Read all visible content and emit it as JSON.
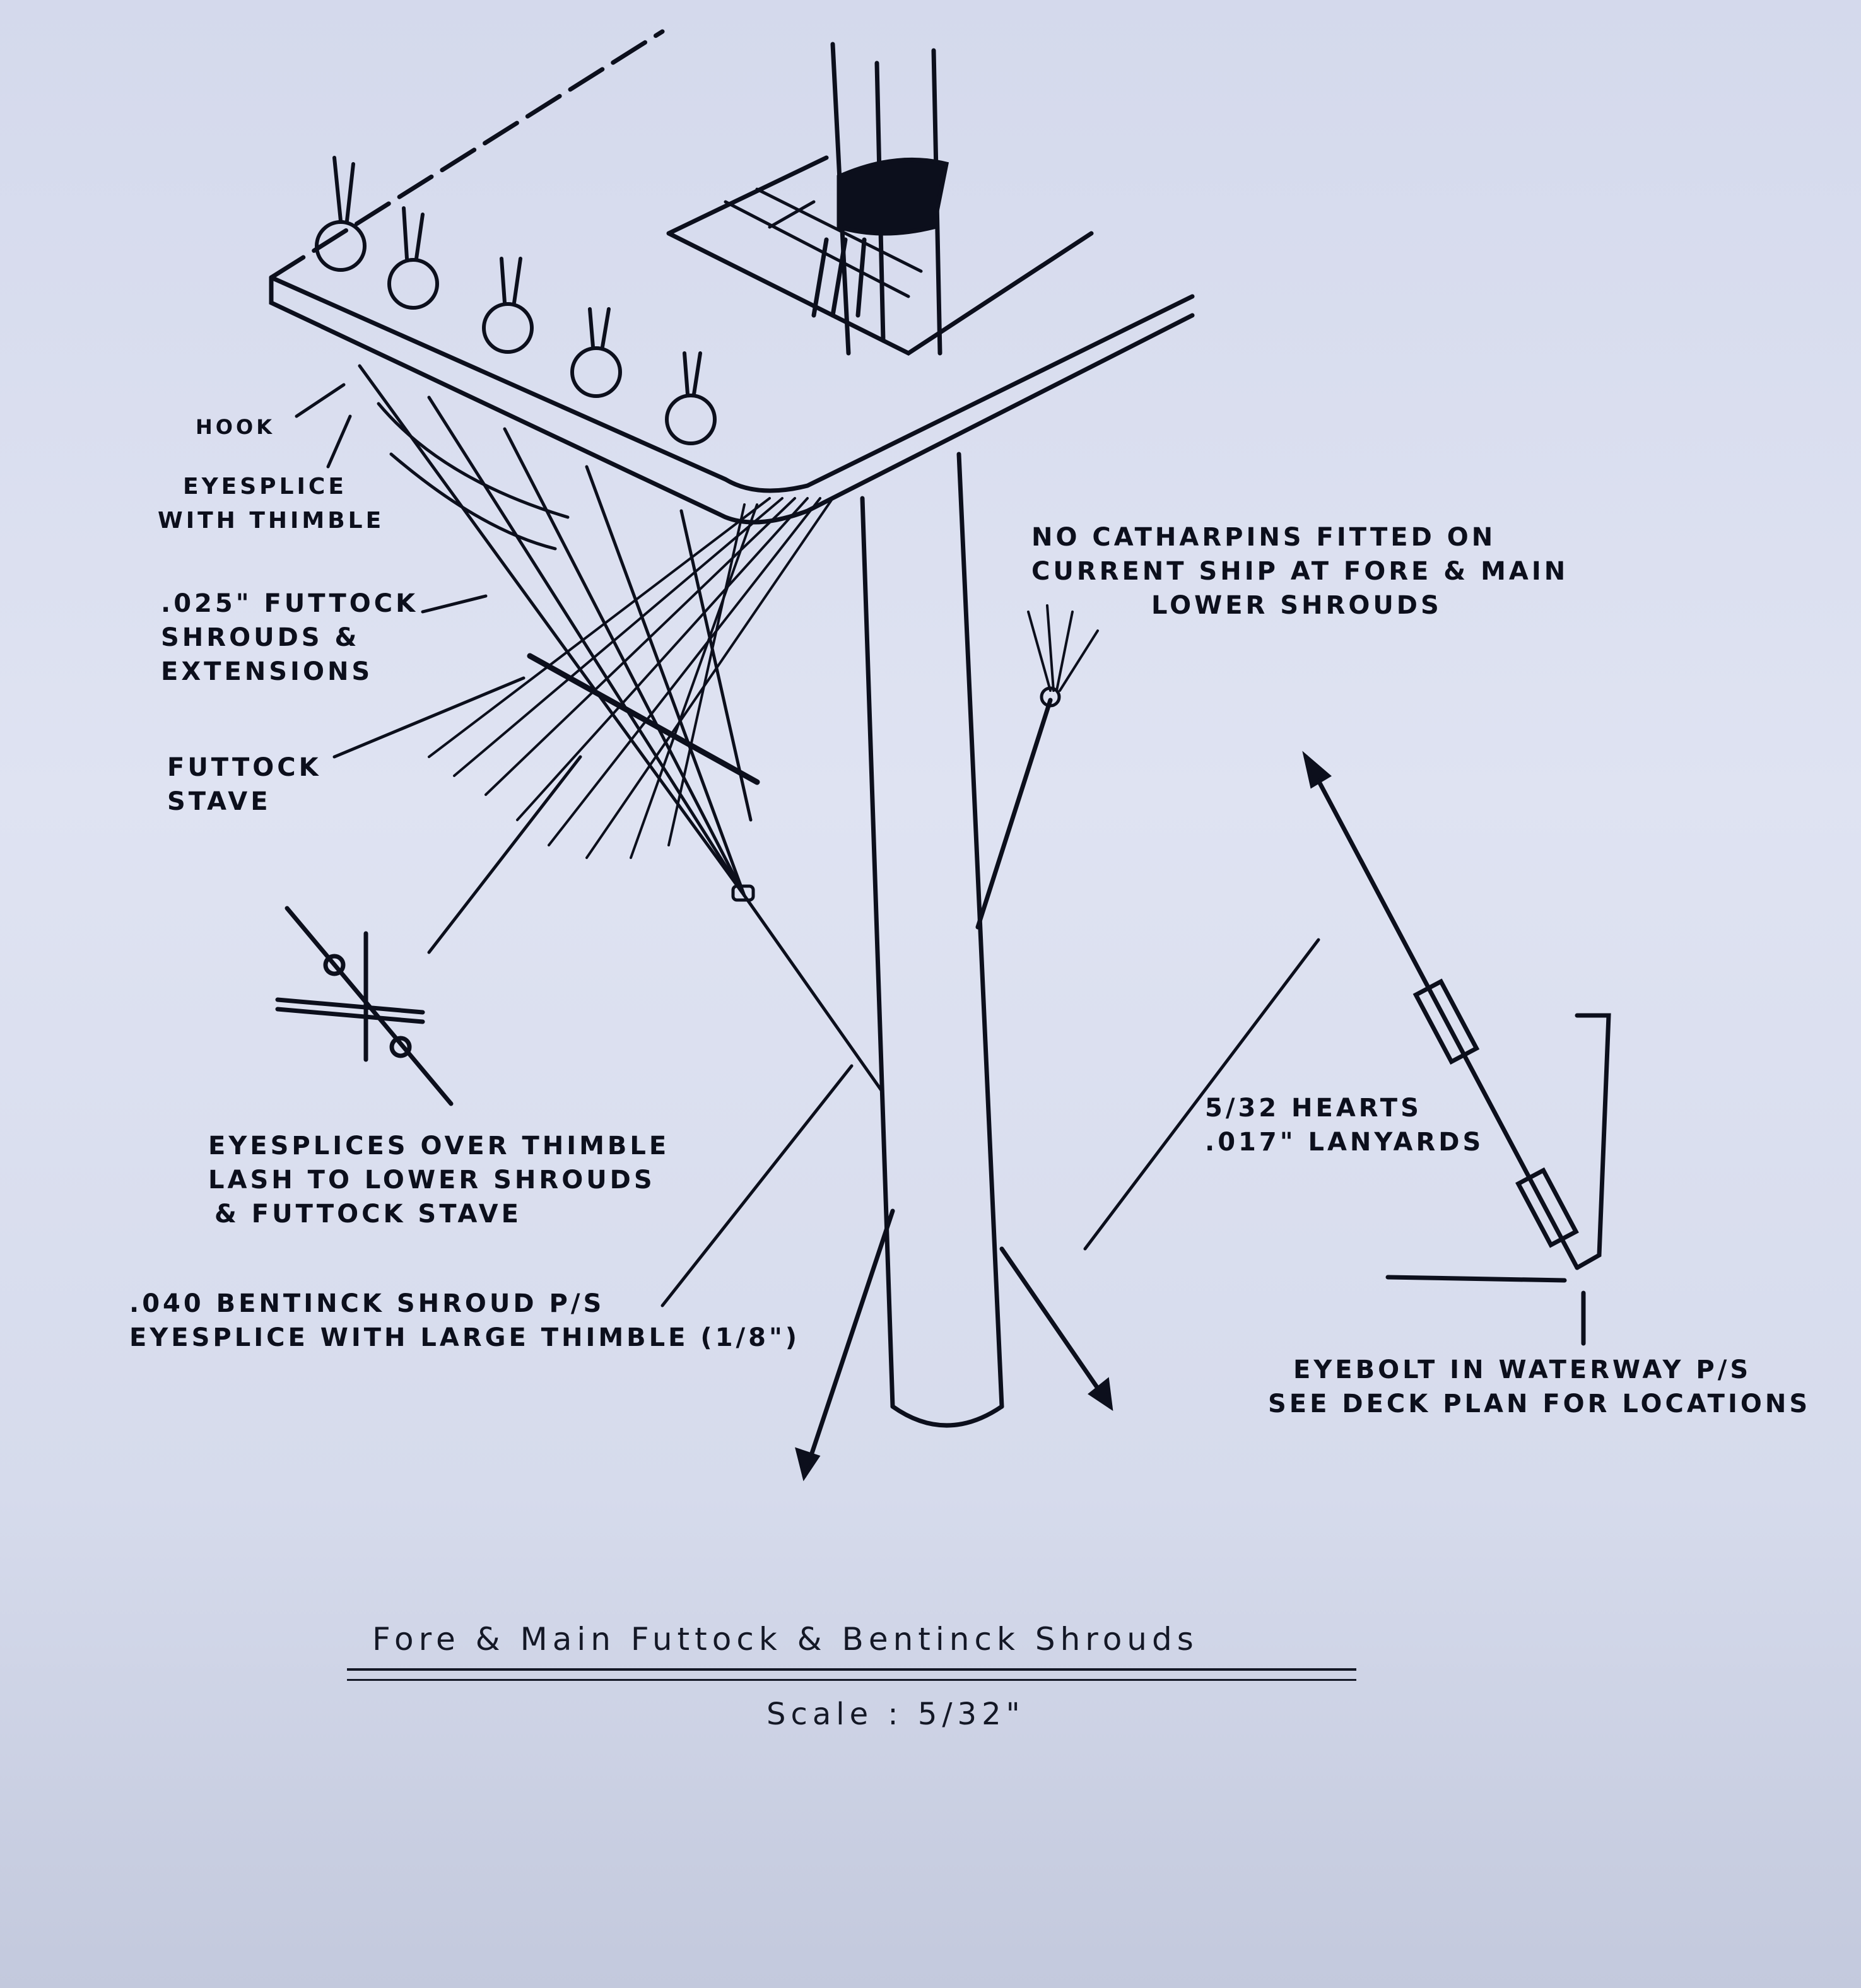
{
  "labels": {
    "hook": "Hook",
    "eyesplice_thimble": [
      "Eyesplice",
      "with thimble"
    ],
    "futtock_shrouds": [
      ".025\" Futtock",
      "shrouds &",
      "extensions"
    ],
    "futtock_stave": [
      "Futtock",
      "stave"
    ],
    "catharpins_note": [
      "No catharpins fitted on",
      "current ship at fore & main",
      "lower shrouds"
    ],
    "eyesplices_lash": [
      "Eyesplices over thimble",
      "lash to lower shrouds",
      "& futtock stave"
    ],
    "bentinck": [
      ".040 Bentinck shroud P/S",
      "Eyesplice with large thimble (1/8\")"
    ],
    "hearts": [
      "5/32 hearts",
      ".017\" lanyards"
    ],
    "eyebolt": [
      "Eyebolt in waterway P/S",
      "See deck plan for locations"
    ]
  },
  "title": "Fore & Main Futtock & Bentinck Shrouds",
  "scale": "Scale : 5/32\"",
  "colors": {
    "ink": "#0c0f1c",
    "paper": "#d6dbec"
  }
}
